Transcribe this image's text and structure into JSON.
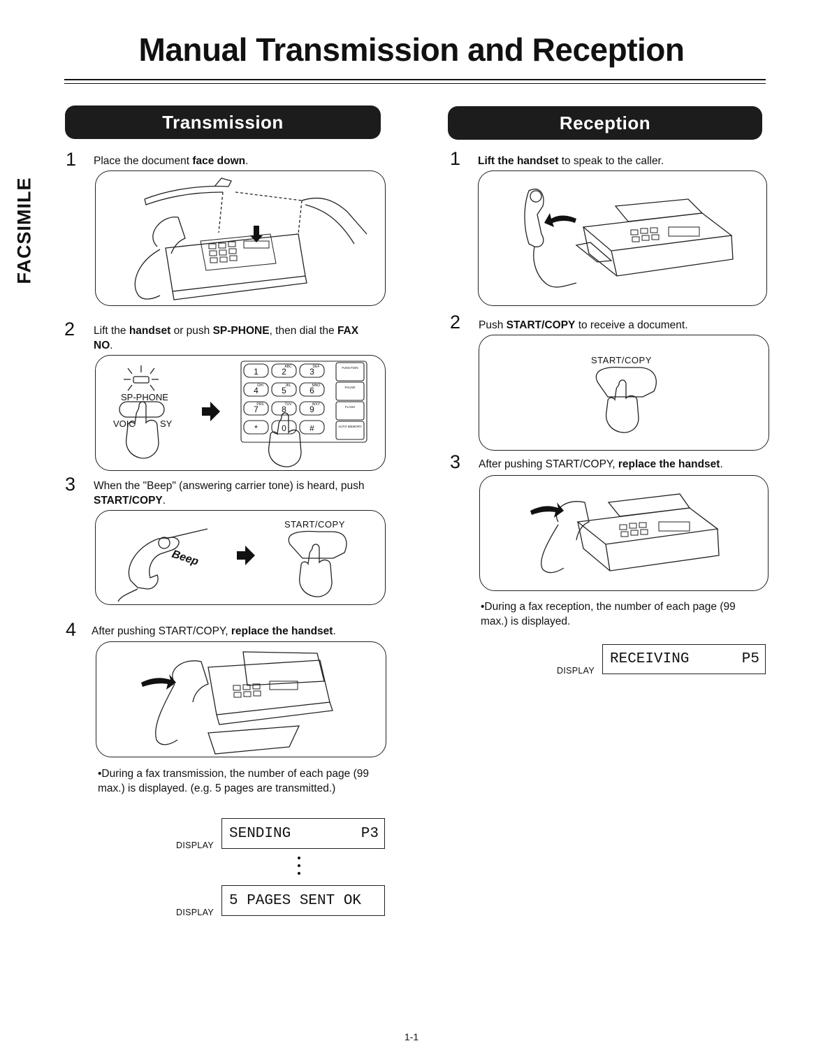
{
  "page": {
    "title": "Manual Transmission and Reception",
    "side_tab": "FACSIMILE",
    "page_number": "1-1"
  },
  "transmission": {
    "heading": "Transmission",
    "steps": [
      {
        "number": "1",
        "parts": [
          [
            "Place the document ",
            false
          ],
          [
            "face down",
            true
          ],
          [
            ".",
            false
          ]
        ]
      },
      {
        "number": "2",
        "parts": [
          [
            "Lift the ",
            false
          ],
          [
            "handset",
            true
          ],
          [
            " or push ",
            false
          ],
          [
            "SP-PHONE",
            true
          ],
          [
            ", then dial the ",
            false
          ],
          [
            "FAX NO",
            true
          ],
          [
            ".",
            false
          ]
        ]
      },
      {
        "number": "3",
        "parts": [
          [
            "When the \"Beep\" (answering carrier tone) is heard, push ",
            false
          ],
          [
            "START/COPY",
            true
          ],
          [
            ".",
            false
          ]
        ]
      },
      {
        "number": "4",
        "parts": [
          [
            "After pushing START/COPY, ",
            false
          ],
          [
            "replace the handset",
            true
          ],
          [
            ".",
            false
          ]
        ]
      }
    ],
    "illustration_labels": {
      "sp_phone": "SP-PHONE",
      "voice": "VOIC",
      "standby": "SY",
      "start_copy": "START/COPY",
      "beep": "Beep"
    },
    "keypad": {
      "keys": [
        {
          "digit": "1",
          "letters": ""
        },
        {
          "digit": "2",
          "letters": "ABC"
        },
        {
          "digit": "3",
          "letters": "DEF"
        },
        {
          "digit": "4",
          "letters": "GHI"
        },
        {
          "digit": "5",
          "letters": "JKL"
        },
        {
          "digit": "6",
          "letters": "MNO"
        },
        {
          "digit": "7",
          "letters": "PRS"
        },
        {
          "digit": "8",
          "letters": "TUV"
        },
        {
          "digit": "9",
          "letters": "WXY"
        },
        {
          "digit": "*",
          "letters": ""
        },
        {
          "digit": "0",
          "letters": ""
        },
        {
          "digit": "#",
          "letters": ""
        }
      ],
      "function_keys": [
        "FUNCTION",
        "PAUSE",
        "FLASH",
        "AUTO MEMORY"
      ]
    },
    "note": "•During a fax transmission, the number of each page (99 max.) is displayed. (e.g. 5 pages are transmitted.)",
    "displays": [
      {
        "label": "DISPLAY",
        "left": "SENDING",
        "right": "P3"
      },
      {
        "label": "DISPLAY",
        "left": "5 PAGES SENT OK",
        "right": ""
      }
    ]
  },
  "reception": {
    "heading": "Reception",
    "steps": [
      {
        "number": "1",
        "parts": [
          [
            "Lift the handset",
            true
          ],
          [
            " to speak to the caller.",
            false
          ]
        ]
      },
      {
        "number": "2",
        "parts": [
          [
            "Push ",
            false
          ],
          [
            "START/COPY",
            true
          ],
          [
            " to receive a document.",
            false
          ]
        ]
      },
      {
        "number": "3",
        "parts": [
          [
            "After pushing START/COPY, ",
            false
          ],
          [
            "replace the handset",
            true
          ],
          [
            ".",
            false
          ]
        ]
      }
    ],
    "illustration_labels": {
      "start_copy": "START/COPY"
    },
    "note": "•During a fax reception, the number of each page (99 max.) is displayed.",
    "displays": [
      {
        "label": "DISPLAY",
        "left": "RECEIVING",
        "right": "P5"
      }
    ]
  }
}
